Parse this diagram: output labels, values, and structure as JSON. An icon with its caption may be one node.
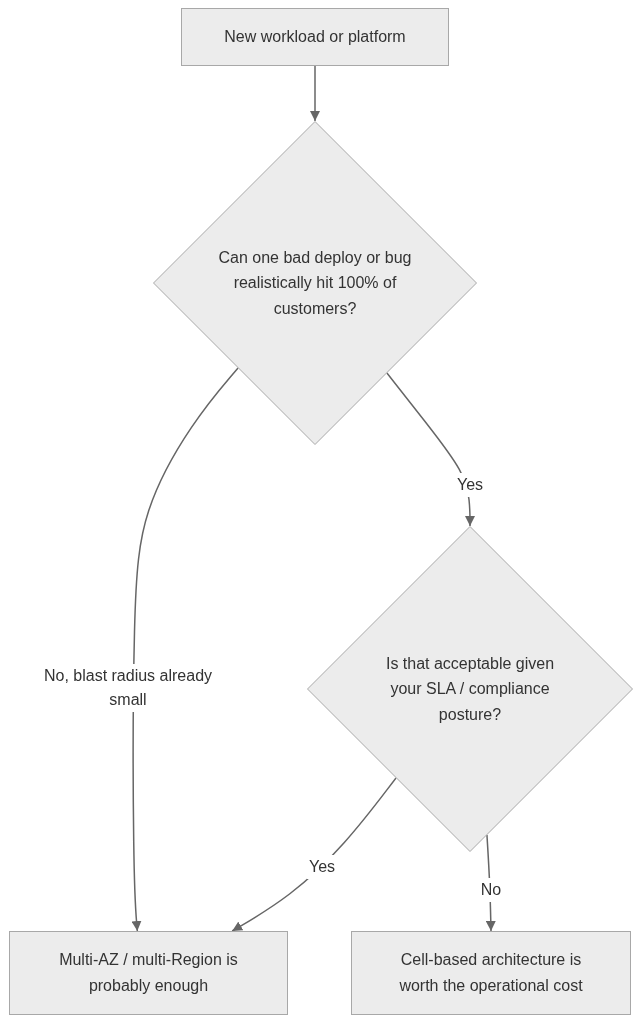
{
  "diagram": {
    "nodes": [
      {
        "text": [
          "New workload or platform"
        ]
      },
      {
        "text": [
          "Can one bad deploy or bug realistically hit 100% of customers?"
        ]
      },
      {
        "text": [
          "Is that acceptable given your SLA / compliance posture?"
        ]
      },
      {
        "text": [
          "Multi-AZ / multi-Region is probably enough"
        ]
      },
      {
        "text": [
          "Cell-based architecture is worth the operational cost"
        ]
      }
    ],
    "edges": [
      {
        "from": 0,
        "to": 1,
        "arrow": "to"
      },
      {
        "from": 1,
        "to": 3,
        "arrow": "to",
        "label": "No, blast radius already small"
      },
      {
        "from": 1,
        "to": 2,
        "arrow": "to",
        "label": "Yes"
      },
      {
        "from": 2,
        "to": 3,
        "arrow": "to",
        "label": "Yes"
      },
      {
        "from": 2,
        "to": 4,
        "arrow": "to",
        "label": "No"
      }
    ]
  }
}
